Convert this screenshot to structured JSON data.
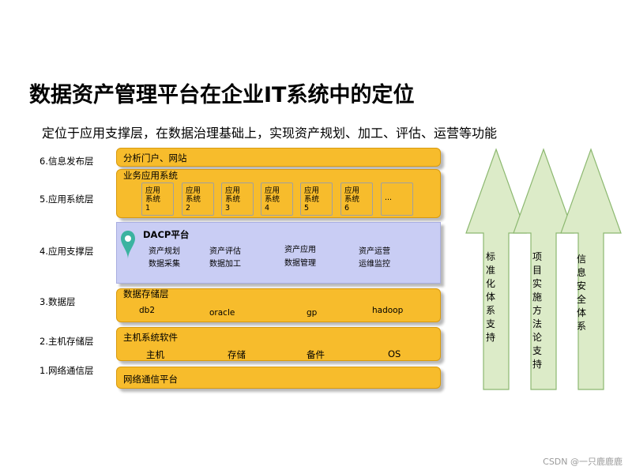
{
  "title": "数据资产管理平台在企业IT系统中的定位",
  "subtitle": "定位于应用支撑层，在数据治理基础上，实现资产规划、加工、评估、运营等功能",
  "layers": {
    "l6": {
      "label": "6.信息发布层",
      "bar_title": "分析门户、网站"
    },
    "l5": {
      "label": "5.应用系统层",
      "bar_title": "业务应用系统",
      "systems": [
        {
          "line1": "应用",
          "line2": "系统",
          "line3": "1"
        },
        {
          "line1": "应用",
          "line2": "系统",
          "line3": "2"
        },
        {
          "line1": "应用",
          "line2": "系统",
          "line3": "3"
        },
        {
          "line1": "应用",
          "line2": "系统",
          "line3": "4"
        },
        {
          "line1": "应用",
          "line2": "系统",
          "line3": "5"
        },
        {
          "line1": "应用",
          "line2": "系统",
          "line3": "6"
        }
      ],
      "more": "..."
    },
    "l4": {
      "label": "4.应用支撑层",
      "platform": "DACP平台",
      "items": [
        "资产规划",
        "资产评估",
        "资产应用",
        "资产运营",
        "数据采集",
        "数据加工",
        "数据管理",
        "运维监控"
      ]
    },
    "l3": {
      "label": "3.数据层",
      "bar_title": "数据存储层",
      "items": [
        "db2",
        "oracle",
        "gp",
        "hadoop"
      ]
    },
    "l2": {
      "label": "2.主机存储层",
      "bar_title": "主机系统软件",
      "items": [
        "主机",
        "存储",
        "备件",
        "OS"
      ]
    },
    "l1": {
      "label": "1.网络通信层",
      "bar_title": "网络通信平台"
    }
  },
  "arrows": [
    {
      "text": "标准化体系支持"
    },
    {
      "text": "项目实施方法论支持"
    },
    {
      "text": "信息安全体系"
    }
  ],
  "watermark": "CSDN @一只鹿鹿鹿",
  "colors": {
    "bar": "#f7bc2c",
    "support": "#c9cdf4",
    "arrow_fill": "#dcebc8",
    "pin": "#3bb3a0"
  }
}
